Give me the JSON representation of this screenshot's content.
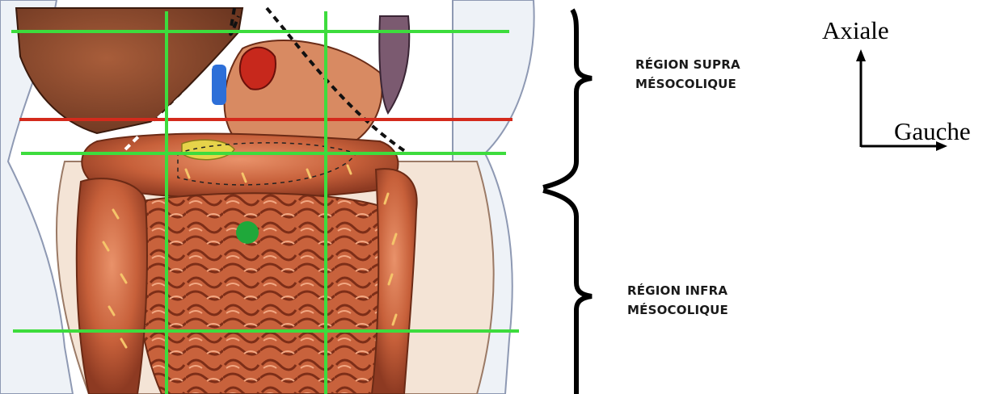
{
  "regions": {
    "supra": {
      "line1": "RÉGION SUPRA",
      "line2": "MÉSOCOLIQUE"
    },
    "infra": {
      "line1": "RÉGION INFRA",
      "line2": "MÉSOCOLIQUE"
    }
  },
  "axes": {
    "vertical": "Axiale",
    "horizontal": "Gauche"
  },
  "colors": {
    "grid_line": "#3ddc3d",
    "mesocolon_line": "#d42a1c",
    "marker_dot": "#1fa83a",
    "intestine": "#c9603a",
    "liver": "#8a4a2c",
    "skin": "#f4e4d6"
  }
}
